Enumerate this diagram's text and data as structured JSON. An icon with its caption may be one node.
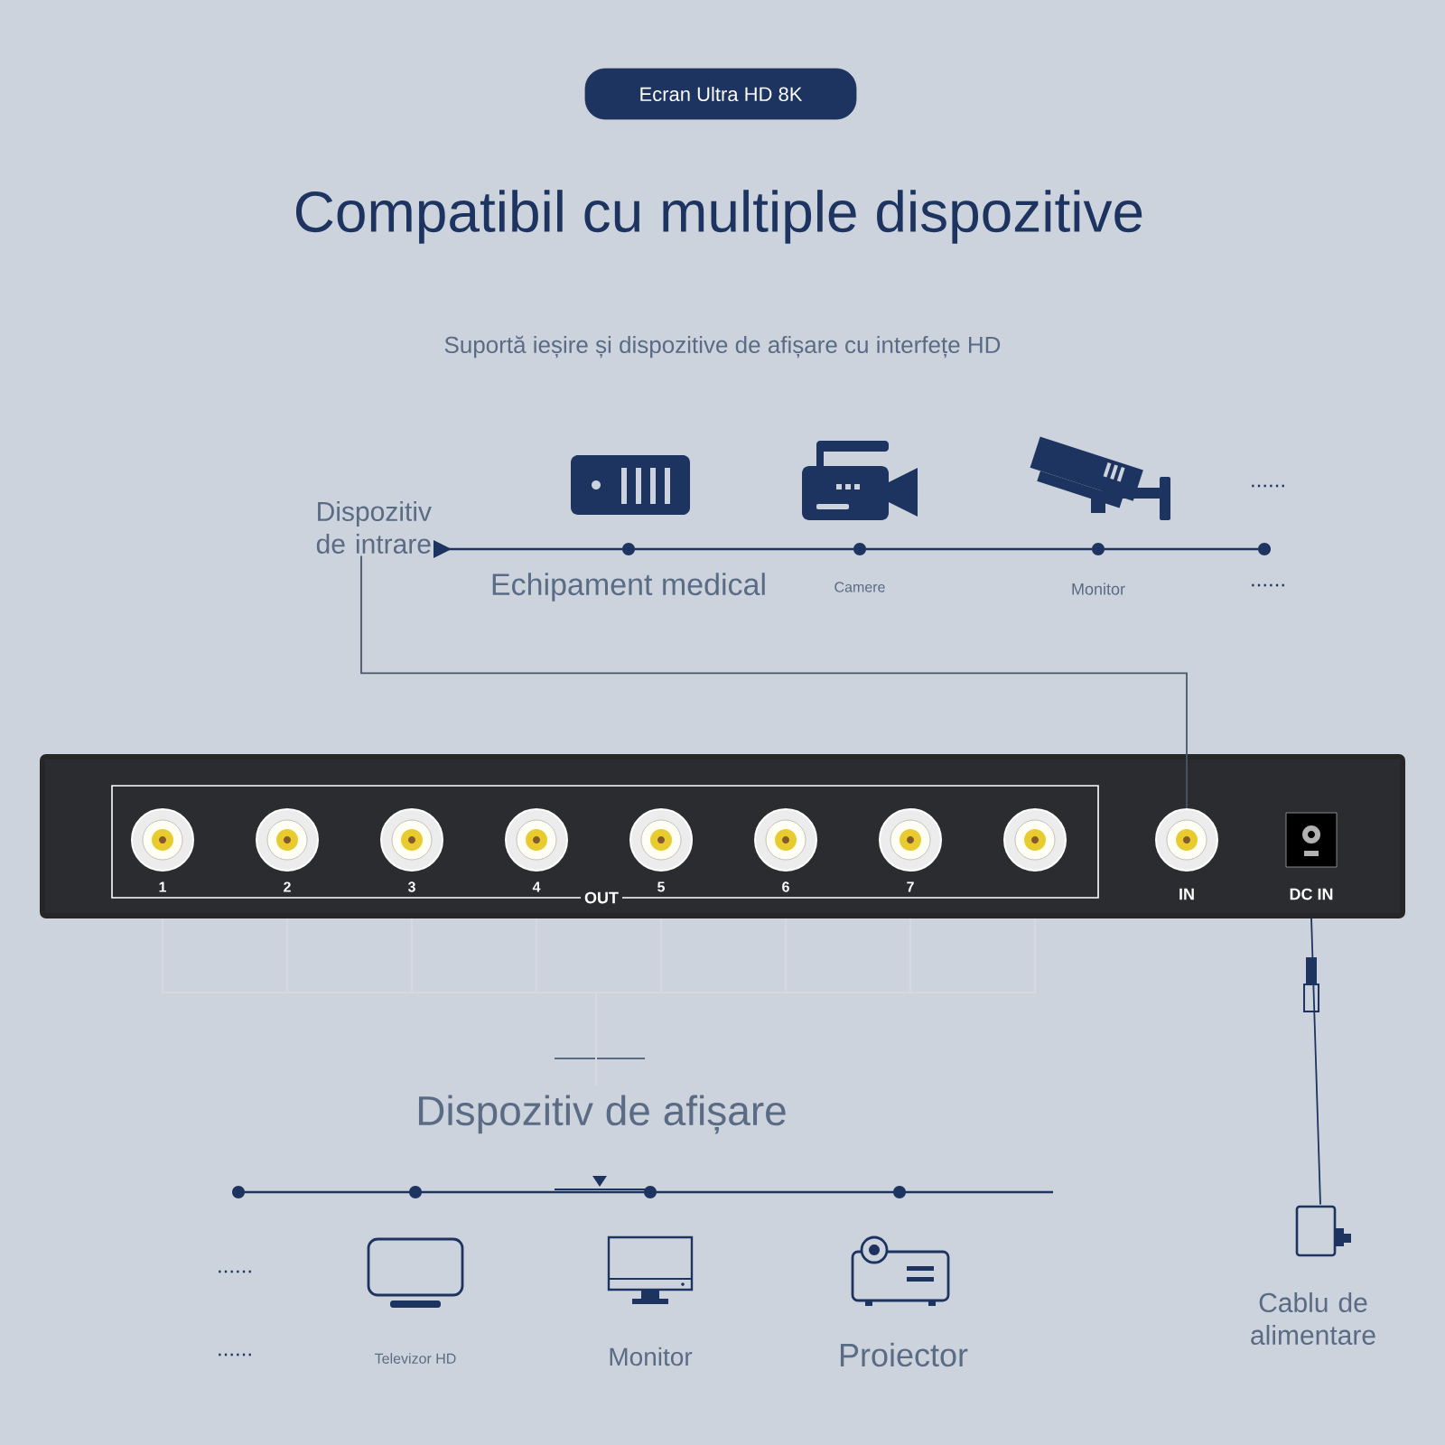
{
  "diagram": {
    "title": "Compatibil cu multiple dispozitive",
    "nodes": [
      {
        "text": [
          "Ecran Ultra HD 8K"
        ]
      },
      {
        "text": [
          "Dispozitiv de intrare"
        ]
      },
      {
        "text": [],
        "shape": "box"
      },
      {
        "text": [
          "OUT"
        ],
        "in": 2
      },
      {
        "text": [
          "1"
        ],
        "in": 3
      },
      {
        "text": [
          "2"
        ],
        "in": 3
      },
      {
        "text": [
          "3"
        ],
        "in": 3
      },
      {
        "text": [
          "4"
        ],
        "in": 3
      },
      {
        "text": [
          "5"
        ],
        "in": 3
      },
      {
        "text": [
          "6"
        ],
        "in": 3
      },
      {
        "text": [
          "7"
        ],
        "in": 3
      },
      {
        "text": [],
        "shape": "circle",
        "in": 3
      },
      {
        "text": [
          "IN"
        ],
        "in": 2
      },
      {
        "text": [
          "DC IN"
        ],
        "in": 2
      },
      {
        "text": [
          "Dispozitiv de afișare"
        ]
      },
      {
        "text": [],
        "shape": "box",
        "beside": [
          "Cablu de alimentare"
        ]
      }
    ],
    "edges": [
      {
        "from": 1,
        "to": 12,
        "arrow": "none",
        "color": "#48566a"
      },
      {
        "from": 4,
        "to": 14,
        "arrow": "none"
      },
      {
        "from": 5,
        "to": 14,
        "arrow": "none"
      },
      {
        "from": 6,
        "to": 14,
        "arrow": "none"
      },
      {
        "from": 7,
        "to": 14,
        "arrow": "none"
      },
      {
        "from": 8,
        "to": 14,
        "arrow": "none"
      },
      {
        "from": 9,
        "to": 14,
        "arrow": "none"
      },
      {
        "from": 10,
        "to": 14,
        "arrow": "none"
      },
      {
        "from": 11,
        "to": 14,
        "arrow": "none"
      },
      {
        "from": 13,
        "to": 15,
        "arrow": "none",
        "color": "#1d3461"
      }
    ],
    "labels": [
      "Suportă ieșire și dispozitive de afișare cu interfețe HD",
      "......",
      "Echipament medical",
      "Camere",
      "Monitor",
      "......",
      "......",
      "......",
      "Televizor HD",
      "Monitor",
      "Proiector"
    ]
  }
}
